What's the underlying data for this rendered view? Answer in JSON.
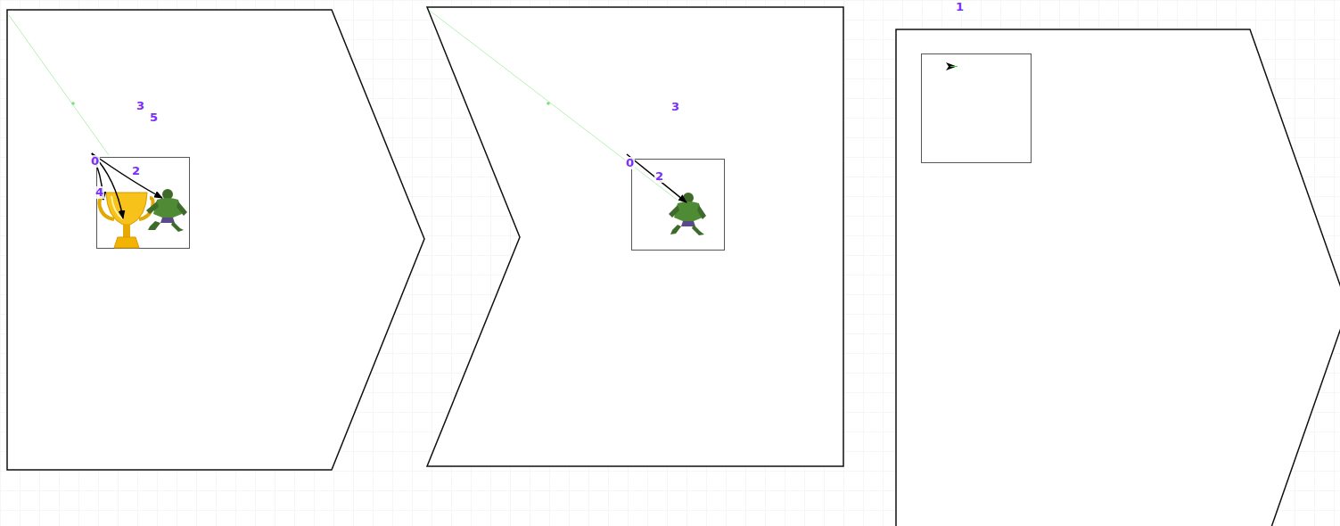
{
  "diagram": {
    "labels": [
      "3",
      "5",
      "0",
      "2",
      "4",
      "3",
      "0",
      "2",
      "1"
    ]
  }
}
